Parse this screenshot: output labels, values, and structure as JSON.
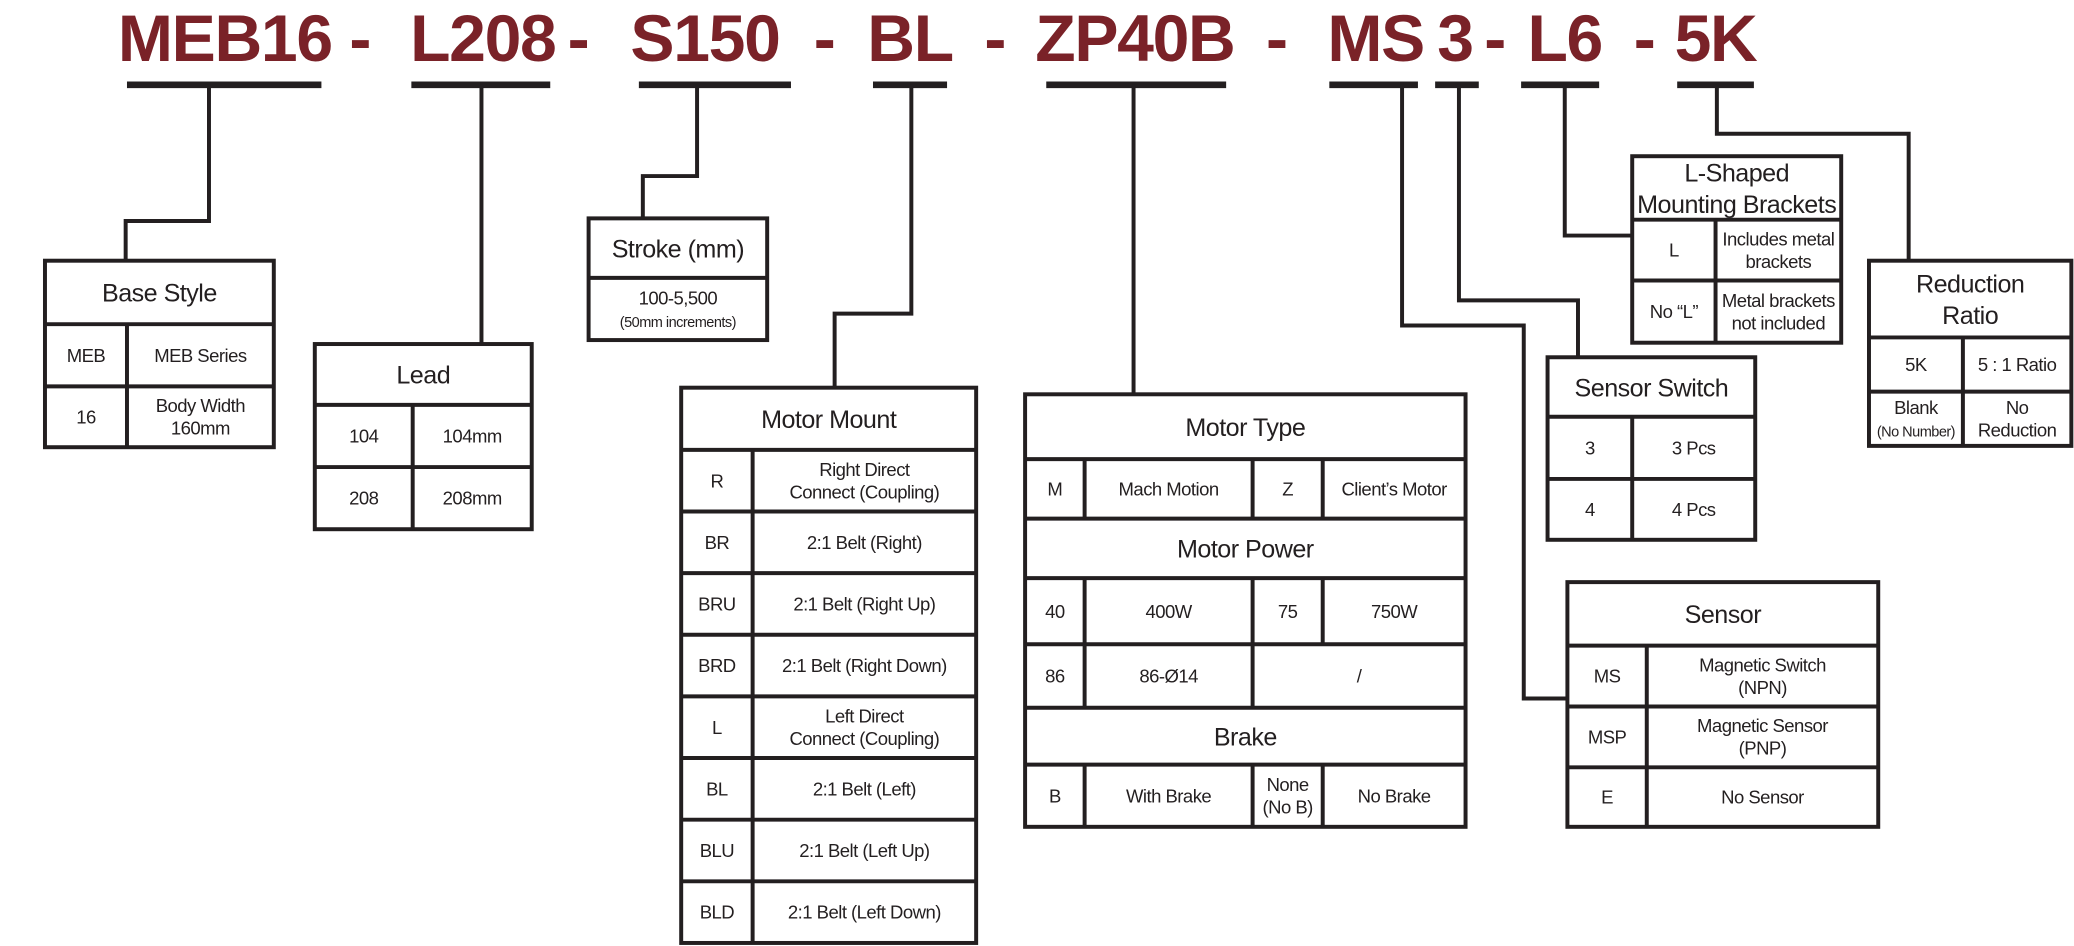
{
  "part_number": {
    "color": "#7a2228",
    "segments": [
      "MEB16",
      "-",
      "L208",
      "-",
      "S150",
      "-",
      "BL",
      "-",
      "ZP40B",
      "-",
      "MS",
      "3",
      "-",
      "L6",
      "-",
      "5K"
    ]
  },
  "tables": {
    "base_style": {
      "sections": [
        {
          "title": "Base Style",
          "rows": [
            [
              "MEB",
              "MEB Series"
            ],
            [
              "16",
              [
                "Body Width",
                "160mm"
              ]
            ]
          ]
        }
      ]
    },
    "lead": {
      "sections": [
        {
          "title": "Lead",
          "rows": [
            [
              "104",
              "104mm"
            ],
            [
              "208",
              "208mm"
            ]
          ]
        }
      ]
    },
    "stroke": {
      "sections": [
        {
          "title": "Stroke (mm)",
          "rows": [
            [
              [
                "100-5,500",
                "(50mm increments)"
              ]
            ]
          ]
        }
      ]
    },
    "motor_mount": {
      "sections": [
        {
          "title": "Motor Mount",
          "rows": [
            [
              "R",
              [
                "Right Direct",
                "Connect (Coupling)"
              ]
            ],
            [
              "BR",
              "2:1 Belt (Right)"
            ],
            [
              "BRU",
              "2:1 Belt (Right Up)"
            ],
            [
              "BRD",
              "2:1 Belt (Right Down)"
            ],
            [
              "L",
              [
                "Left Direct",
                "Connect (Coupling)"
              ]
            ],
            [
              "BL",
              "2:1 Belt (Left)"
            ],
            [
              "BLU",
              "2:1 Belt (Left Up)"
            ],
            [
              "BLD",
              "2:1 Belt (Left Down)"
            ]
          ]
        }
      ]
    },
    "motor_type": {
      "sections": [
        {
          "title": "Motor Type",
          "rows": [
            [
              "M",
              "Mach Motion",
              "Z",
              "Client’s Motor"
            ]
          ]
        },
        {
          "title": "Motor Power",
          "rows": [
            [
              "40",
              "400W",
              "75",
              "750W"
            ],
            [
              "86",
              "86-Ø14",
              "/"
            ]
          ]
        },
        {
          "title": "Brake",
          "rows": [
            [
              "B",
              "With Brake",
              [
                "None",
                "(No B)"
              ],
              "No Brake"
            ]
          ]
        }
      ]
    },
    "sensor_switch": {
      "sections": [
        {
          "title": "Sensor Switch",
          "rows": [
            [
              "3",
              "3 Pcs"
            ],
            [
              "4",
              "4 Pcs"
            ]
          ]
        }
      ]
    },
    "brackets": {
      "sections": [
        {
          "title": [
            "L-Shaped",
            "Mounting Brackets"
          ],
          "rows": [
            [
              "L",
              [
                "Includes metal",
                "brackets"
              ]
            ],
            [
              "No “L”",
              [
                "Metal brackets",
                "not included"
              ]
            ]
          ]
        }
      ]
    },
    "reduction": {
      "sections": [
        {
          "title": [
            "Reduction",
            "Ratio"
          ],
          "rows": [
            [
              "5K",
              "5 : 1 Ratio"
            ],
            [
              [
                "Blank",
                "(No Number)"
              ],
              [
                "No",
                "Reduction"
              ]
            ]
          ]
        }
      ]
    },
    "sensor": {
      "sections": [
        {
          "title": "Sensor",
          "rows": [
            [
              "MS",
              [
                "Magnetic Switch",
                "(NPN)"
              ]
            ],
            [
              "MSP",
              [
                "Magnetic Sensor",
                "(PNP)"
              ]
            ],
            [
              "E",
              "No Sensor"
            ]
          ]
        }
      ]
    }
  }
}
